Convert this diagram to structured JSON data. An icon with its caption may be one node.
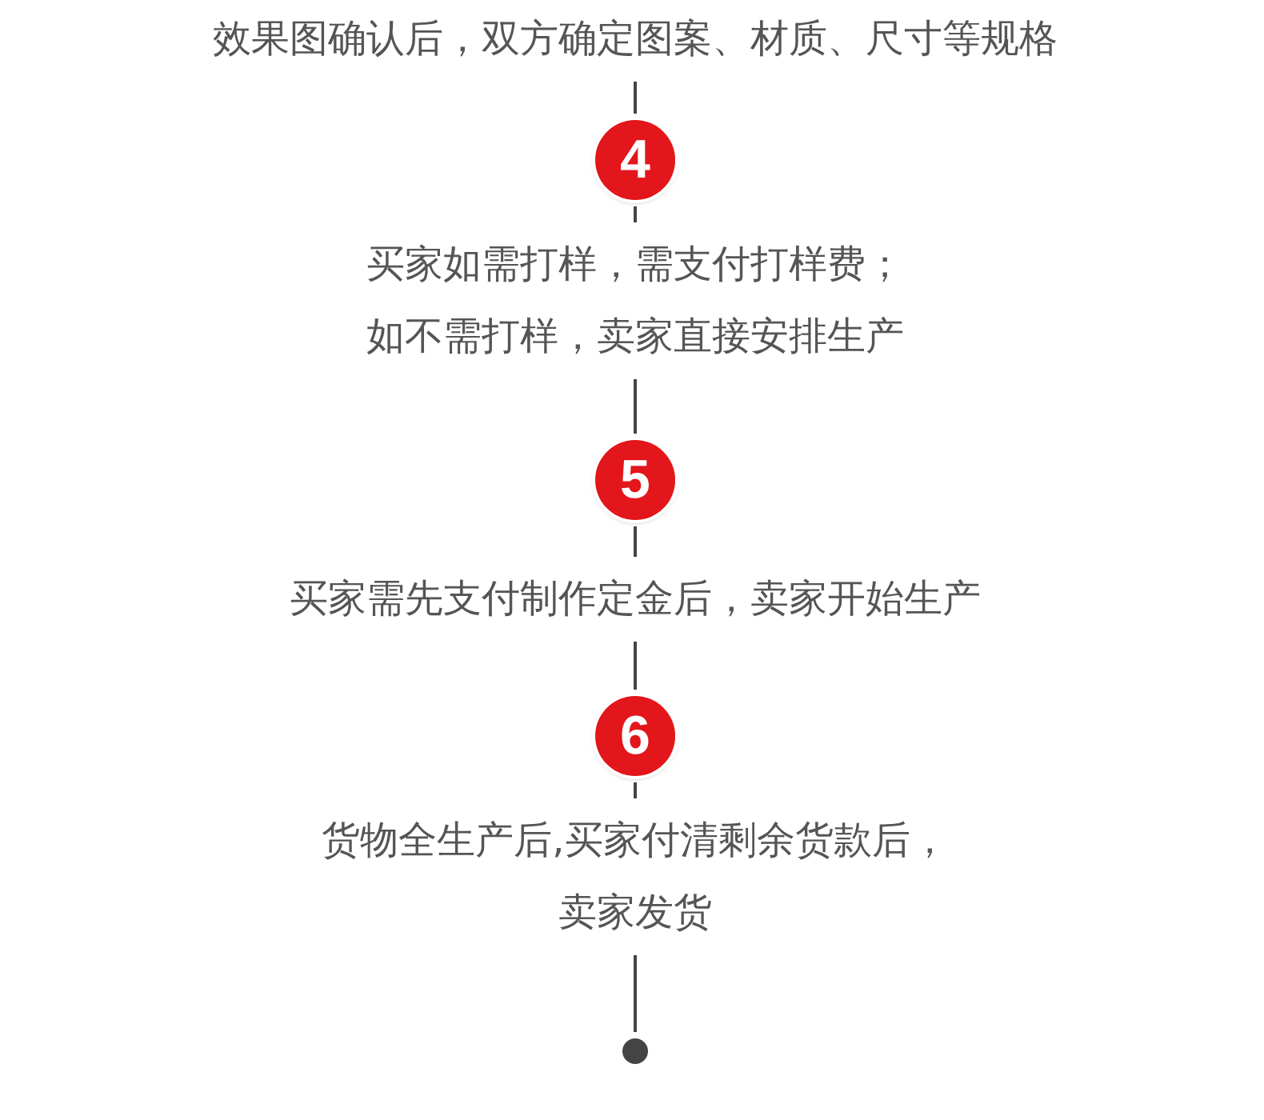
{
  "diagram": {
    "nodes": [
      {
        "text": [
          "效果图确认后，双方确定图案、材质、尺寸等规格"
        ]
      },
      {
        "text": [
          "4"
        ]
      },
      {
        "text": [
          "买家如需打样，需支付打样费；",
          "如不需打样，卖家直接安排生产"
        ]
      },
      {
        "text": [
          "5"
        ]
      },
      {
        "text": [
          "买家需先支付制作定金后，卖家开始生产"
        ]
      },
      {
        "text": [
          "6"
        ]
      },
      {
        "text": [
          "货物全生产后,买家付清剩余货款后，",
          "卖家发货"
        ]
      },
      {
        "text": [],
        "shape": "circle"
      }
    ],
    "edges": [
      {
        "from": 0,
        "to": 1,
        "arrow": "none"
      },
      {
        "from": 1,
        "to": 2,
        "arrow": "none"
      },
      {
        "from": 2,
        "to": 3,
        "arrow": "none"
      },
      {
        "from": 3,
        "to": 4,
        "arrow": "none"
      },
      {
        "from": 4,
        "to": 5,
        "arrow": "none"
      },
      {
        "from": 5,
        "to": 6,
        "arrow": "none"
      },
      {
        "from": 6,
        "to": 7,
        "arrow": "none"
      }
    ]
  }
}
